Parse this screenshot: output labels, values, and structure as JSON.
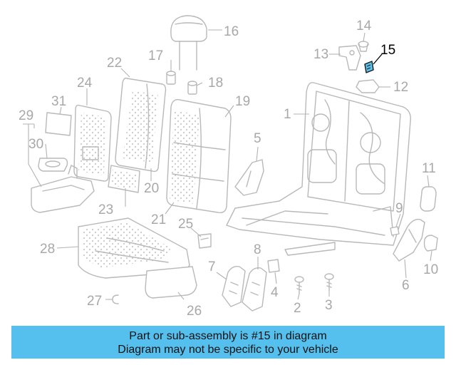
{
  "diagram": {
    "highlighted_part": "15",
    "callouts": {
      "c1": "1",
      "c2": "2",
      "c3": "3",
      "c4": "4",
      "c5": "5",
      "c6": "6",
      "c7": "7",
      "c8": "8",
      "c9": "9",
      "c10": "10",
      "c11": "11",
      "c12": "12",
      "c13": "13",
      "c14": "14",
      "c15": "15",
      "c16": "16",
      "c17": "17",
      "c18": "18",
      "c19": "19",
      "c20": "20",
      "c21": "21",
      "c22": "22",
      "c23": "23",
      "c24": "24",
      "c25": "25",
      "c26": "26",
      "c27": "27",
      "c28": "28",
      "c29": "29",
      "c30": "30",
      "c31": "31"
    },
    "colors": {
      "highlight": "#58c1ec",
      "outline": "#b9b9b9",
      "banner": "#55c0ed"
    }
  },
  "banner": {
    "line1": "Part or sub-assembly is #15 in diagram",
    "line2": "Diagram may not be specific to your vehicle"
  }
}
